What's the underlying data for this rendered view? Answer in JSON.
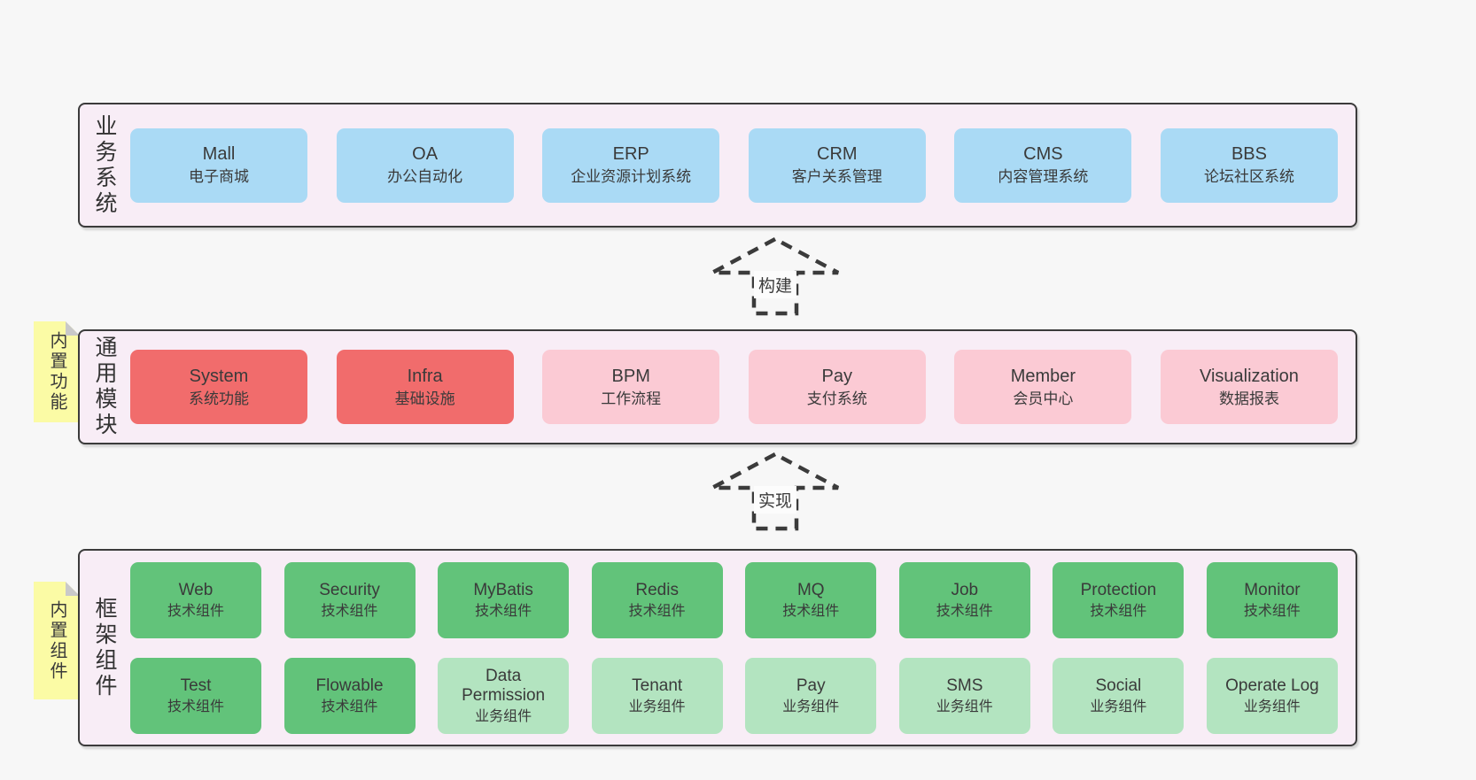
{
  "colors": {
    "page_bg": "#f7f7f7",
    "band_bg": "#f8edf6",
    "border": "#3b3b3b",
    "blue": "#aadaf5",
    "red": "#f16c6c",
    "pink": "#fbcad4",
    "green_dark": "#62c37a",
    "green_light": "#b3e4c0",
    "sticky_yellow": "#fbfba5",
    "fold_gray": "#c9c9c9"
  },
  "arrows": [
    {
      "label": "构建"
    },
    {
      "label": "实现"
    }
  ],
  "bands": [
    {
      "label": "业务系统",
      "boxes": [
        {
          "title": "Mall",
          "subtitle": "电子商城",
          "variant": "blue"
        },
        {
          "title": "OA",
          "subtitle": "办公自动化",
          "variant": "blue"
        },
        {
          "title": "ERP",
          "subtitle": "企业资源计划系统",
          "variant": "blue"
        },
        {
          "title": "CRM",
          "subtitle": "客户关系管理",
          "variant": "blue"
        },
        {
          "title": "CMS",
          "subtitle": "内容管理系统",
          "variant": "blue"
        },
        {
          "title": "BBS",
          "subtitle": "论坛社区系统",
          "variant": "blue"
        }
      ]
    },
    {
      "label": "通用模块",
      "sticky": "内置功能",
      "boxes": [
        {
          "title": "System",
          "subtitle": "系统功能",
          "variant": "red"
        },
        {
          "title": "Infra",
          "subtitle": "基础设施",
          "variant": "red"
        },
        {
          "title": "BPM",
          "subtitle": "工作流程",
          "variant": "pink"
        },
        {
          "title": "Pay",
          "subtitle": "支付系统",
          "variant": "pink"
        },
        {
          "title": "Member",
          "subtitle": "会员中心",
          "variant": "pink"
        },
        {
          "title": "Visualization",
          "subtitle": "数据报表",
          "variant": "pink"
        }
      ]
    },
    {
      "label": "框架组件",
      "sticky": "内置组件",
      "rows": [
        [
          {
            "title": "Web",
            "subtitle": "技术组件",
            "variant": "green-dark"
          },
          {
            "title": "Security",
            "subtitle": "技术组件",
            "variant": "green-dark"
          },
          {
            "title": "MyBatis",
            "subtitle": "技术组件",
            "variant": "green-dark"
          },
          {
            "title": "Redis",
            "subtitle": "技术组件",
            "variant": "green-dark"
          },
          {
            "title": "MQ",
            "subtitle": "技术组件",
            "variant": "green-dark"
          },
          {
            "title": "Job",
            "subtitle": "技术组件",
            "variant": "green-dark"
          },
          {
            "title": "Protection",
            "subtitle": "技术组件",
            "variant": "green-dark"
          },
          {
            "title": "Monitor",
            "subtitle": "技术组件",
            "variant": "green-dark"
          }
        ],
        [
          {
            "title": "Test",
            "subtitle": "技术组件",
            "variant": "green-dark"
          },
          {
            "title": "Flowable",
            "subtitle": "技术组件",
            "variant": "green-dark"
          },
          {
            "title": "Data Permission",
            "subtitle": "业务组件",
            "variant": "green-light"
          },
          {
            "title": "Tenant",
            "subtitle": "业务组件",
            "variant": "green-light"
          },
          {
            "title": "Pay",
            "subtitle": "业务组件",
            "variant": "green-light"
          },
          {
            "title": "SMS",
            "subtitle": "业务组件",
            "variant": "green-light"
          },
          {
            "title": "Social",
            "subtitle": "业务组件",
            "variant": "green-light"
          },
          {
            "title": "Operate Log",
            "subtitle": "业务组件",
            "variant": "green-light"
          }
        ]
      ]
    }
  ]
}
